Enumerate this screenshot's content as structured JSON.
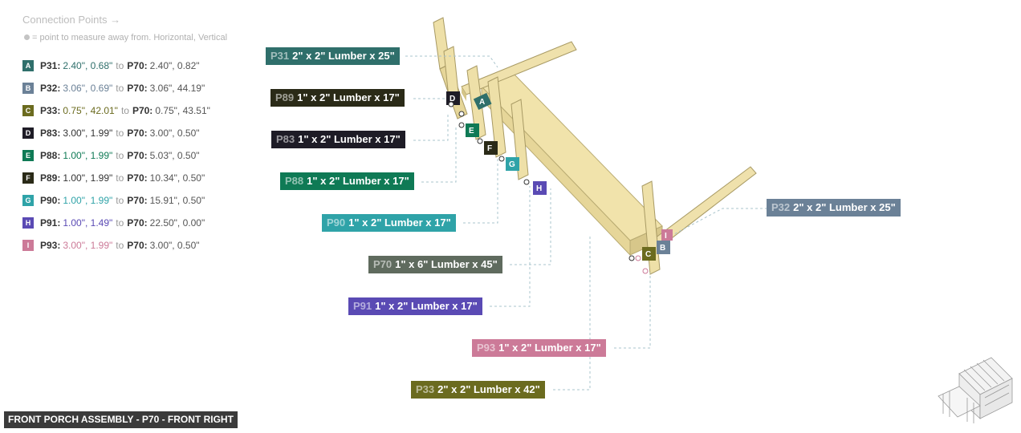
{
  "legend": {
    "title": "Connection Points →",
    "subtitle": "= point to measure away from. Horizontal, Vertical",
    "to_word": "to",
    "rows": [
      {
        "letter": "A",
        "from": "P31:",
        "from_vals": "2.40\", 0.68\"",
        "to": "P70:",
        "to_vals": "2.40\", 0.82\"",
        "color": "#2f6f6b"
      },
      {
        "letter": "B",
        "from": "P32:",
        "from_vals": "3.06\", 0.69\"",
        "to": "P70:",
        "to_vals": "3.06\", 44.19\"",
        "color": "#6b8197"
      },
      {
        "letter": "C",
        "from": "P33:",
        "from_vals": "0.75\", 42.01\"",
        "to": "P70:",
        "to_vals": "0.75\", 43.51\"",
        "color": "#6b6b1f"
      },
      {
        "letter": "D",
        "from": "P83:",
        "from_vals": "3.00\", 1.99\"",
        "to": "P70:",
        "to_vals": "3.00\", 0.50\"",
        "color": "#1e1c26"
      },
      {
        "letter": "E",
        "from": "P88:",
        "from_vals": "1.00\", 1.99\"",
        "to": "P70:",
        "to_vals": "5.03\", 0.50\"",
        "color": "#0f7a55"
      },
      {
        "letter": "F",
        "from": "P89:",
        "from_vals": "1.00\", 1.99\"",
        "to": "P70:",
        "to_vals": "10.34\", 0.50\"",
        "color": "#2a2a17"
      },
      {
        "letter": "G",
        "from": "P90:",
        "from_vals": "1.00\", 1.99\"",
        "to": "P70:",
        "to_vals": "15.91\", 0.50\"",
        "color": "#2fa3a8"
      },
      {
        "letter": "H",
        "from": "P91:",
        "from_vals": "1.00\", 1.49\"",
        "to": "P70:",
        "to_vals": "22.50\", 0.00\"",
        "color": "#5a4ab4"
      },
      {
        "letter": "I",
        "from": "P93:",
        "from_vals": "3.00\", 1.99\"",
        "to": "P70:",
        "to_vals": "3.00\", 0.50\"",
        "color": "#cc7a98"
      }
    ]
  },
  "labels": [
    {
      "id": "P31",
      "text": "2\" x 2\" Lumber x 25\"",
      "color": "#2f6f6b"
    },
    {
      "id": "P89",
      "text": "1\" x 2\" Lumber x 17\"",
      "color": "#2a2a17"
    },
    {
      "id": "P83",
      "text": "1\" x 2\" Lumber x 17\"",
      "color": "#1e1c26"
    },
    {
      "id": "P88",
      "text": "1\" x 2\" Lumber x 17\"",
      "color": "#0f7a55"
    },
    {
      "id": "P90",
      "text": "1\" x 2\" Lumber x 17\"",
      "color": "#2fa3a8"
    },
    {
      "id": "P70",
      "text": "1\" x 6\" Lumber x 45\"",
      "color": "#5f6b5e"
    },
    {
      "id": "P91",
      "text": "1\" x 2\" Lumber x 17\"",
      "color": "#5a4ab4"
    },
    {
      "id": "P93",
      "text": "1\" x 2\" Lumber x 17\"",
      "color": "#cc7a98"
    },
    {
      "id": "P33",
      "text": "2\" x 2\" Lumber x 42\"",
      "color": "#6b6b1f"
    },
    {
      "id": "P32",
      "text": "2\" x 2\" Lumber x 25\"",
      "color": "#6b8197"
    }
  ],
  "footer": "FRONT PORCH ASSEMBLY - P70 - FRONT RIGHT",
  "colors": {
    "wood": "#f2e5b0",
    "wood_dark": "#d9c98a",
    "wood_edge": "#a89a64",
    "leader": "#a9c4cc"
  }
}
